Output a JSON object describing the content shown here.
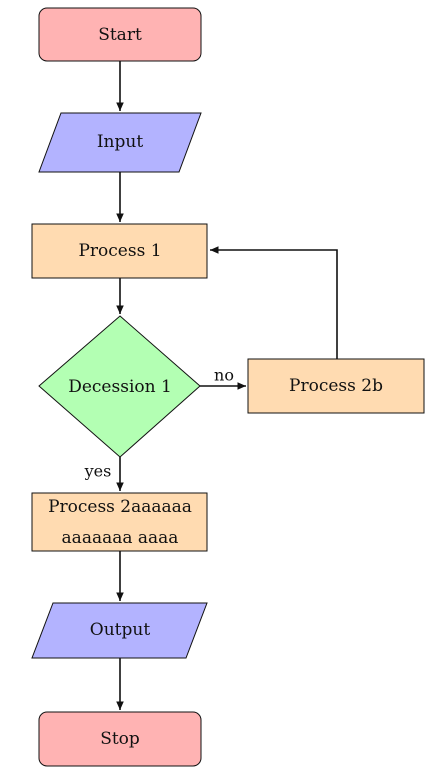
{
  "colors": {
    "terminal": "#ffb3b3",
    "io": "#b3b3ff",
    "process": "#ffdbb1",
    "decision": "#b3ffb3",
    "stroke": "#111111"
  },
  "nodes": {
    "start": {
      "label": "Start"
    },
    "input": {
      "label": "Input"
    },
    "process1": {
      "label": "Process 1"
    },
    "decision1": {
      "label": "Decession 1"
    },
    "process2b": {
      "label": "Process 2b"
    },
    "process2a": {
      "label_line1": "Process 2aaaaaa",
      "label_line2": "aaaaaaa aaaa"
    },
    "output": {
      "label": "Output"
    },
    "stop": {
      "label": "Stop"
    }
  },
  "edges": {
    "no_label": "no",
    "yes_label": "yes"
  }
}
